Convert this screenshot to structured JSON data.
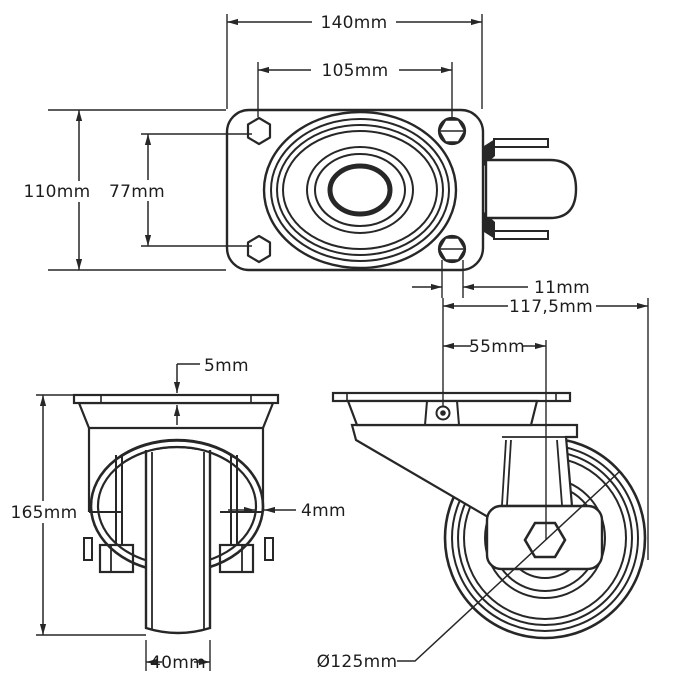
{
  "drawing": {
    "subject": "Swivel castor wheel three-view dimensional technical drawing",
    "background_color": "#ffffff",
    "line_color": "#272727"
  },
  "views": {
    "top_view": {
      "name": "top plate view",
      "dims": {
        "plate_width": "140mm",
        "bolt_hole_spacing_width": "105mm",
        "plate_depth": "110mm",
        "bolt_hole_spacing_depth": "77mm",
        "bolt_hole_diameter": "11mm"
      }
    },
    "front_view": {
      "name": "front view",
      "dims": {
        "plate_thickness": "5mm",
        "overall_height": "165mm",
        "fork_material_thickness": "4mm",
        "wheel_width": "40mm"
      }
    },
    "side_view": {
      "name": "side view",
      "dims": {
        "swing_radius": "117,5mm",
        "swivel_offset": "55mm",
        "wheel_diameter": "Ø125mm"
      }
    }
  }
}
